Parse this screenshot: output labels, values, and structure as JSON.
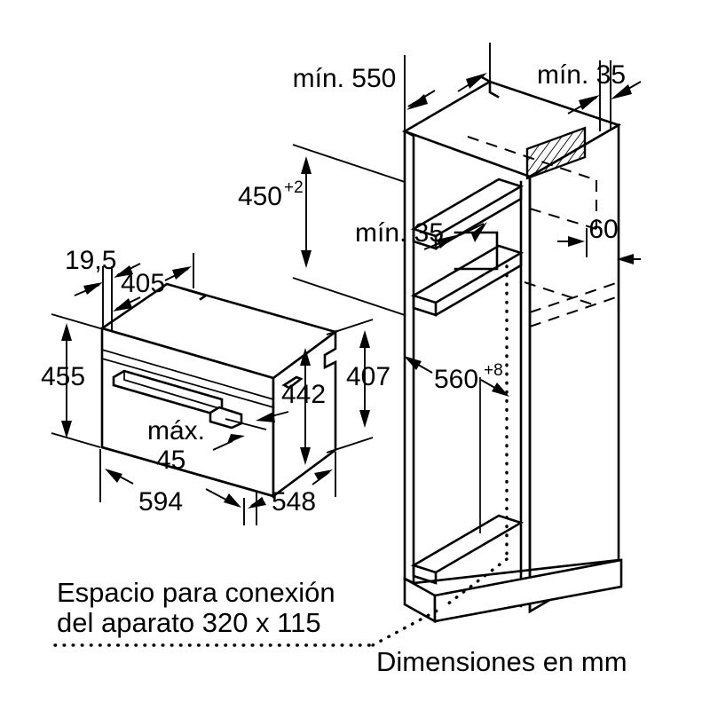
{
  "document": {
    "type": "installation-dimension-drawing",
    "language": "es",
    "units_note": "Dimensiones en mm"
  },
  "appliance": {
    "name": "compact-built-in-oven",
    "dimensions": {
      "depth_front_offset": "19,5",
      "top_depth": "405",
      "height_total": "455",
      "height_body": "442",
      "height_right": "407",
      "width_front": "594",
      "width_body": "548",
      "door_gap_label": "máx.",
      "door_gap_value": "45"
    }
  },
  "cabinet": {
    "name": "installation-niche",
    "dimensions": {
      "niche_depth": "mín. 550",
      "side_clearance": "mín. 35",
      "niche_height": "450",
      "niche_height_tol": "+2",
      "rear_clearance": "mín. 35",
      "rear_gap": "60",
      "niche_width": "560",
      "niche_width_tol": "+8"
    }
  },
  "notes": {
    "connection_space_line1": "Espacio para conexión",
    "connection_space_line2": "del aparato 320 x 115",
    "units": "Dimensiones en mm"
  },
  "colors": {
    "line": "#000000",
    "background": "#ffffff"
  }
}
